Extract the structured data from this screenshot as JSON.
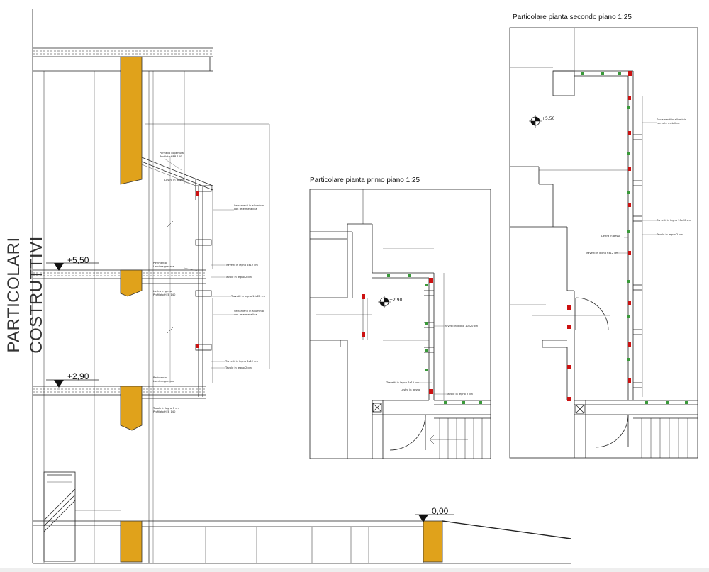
{
  "sheet": {
    "title": "PARTICOLARI COSTRUTTIVI",
    "colors": {
      "steel_column": "#e0a21b",
      "window_frame": "#3a9a3a",
      "detail_red": "#cc1111",
      "line": "#222222"
    },
    "levels": {
      "l550": "+5,50",
      "l290": "+2,90",
      "l000": "0,00"
    }
  },
  "section": {
    "labels": {
      "roof_panel": "Pannello copertura",
      "roof_profile": "Profilato HEB 140",
      "plaster_top": "Lastra in gesso",
      "window1_a": "Serramenti in alluminio",
      "window1_b": "con rete metallica",
      "floor1_a": "Pavimento",
      "floor1_b": "Lamiera grecata",
      "joist1": "Travetti in legno 6x12 cm",
      "board1": "Tavole in legno 2 cm",
      "plaster_mid_a": "Lastra in gesso",
      "plaster_mid_b": "Profilato HEB 140",
      "beam1": "Travetti in legno 10x20 cm",
      "window2_a": "Serramenti in alluminio",
      "window2_b": "con rete metallica",
      "joist2": "Travetti in legno 6x12 cm",
      "board2": "Tavole in legno 2 cm",
      "floor0_a": "Pavimento",
      "floor0_b": "Lamiera grecata",
      "board0_a": "Tavole in legno 2 cm",
      "board0_b": "Profilato HEB 140"
    }
  },
  "plan1": {
    "title": "Particolare pianta primo piano 1:25",
    "level": "+2,90",
    "labels": {
      "beam": "Travetti in legno 10x20 cm",
      "joist": "Travetti in legno 6x12 cm",
      "plaster": "Lastra in gesso",
      "board": "Tavole in legno 2 cm"
    }
  },
  "plan2": {
    "title": "Particolare pianta secondo piano 1:25",
    "level": "+5,50",
    "labels": {
      "window_a": "Serramenti in alluminio",
      "window_b": "con rete metallica",
      "beam": "Travetti in legno 10x20 cm",
      "board": "Tavole in legno 2 cm",
      "plaster": "Lastra in gesso",
      "joist": "Travetti in legno 6x12 cm"
    }
  }
}
